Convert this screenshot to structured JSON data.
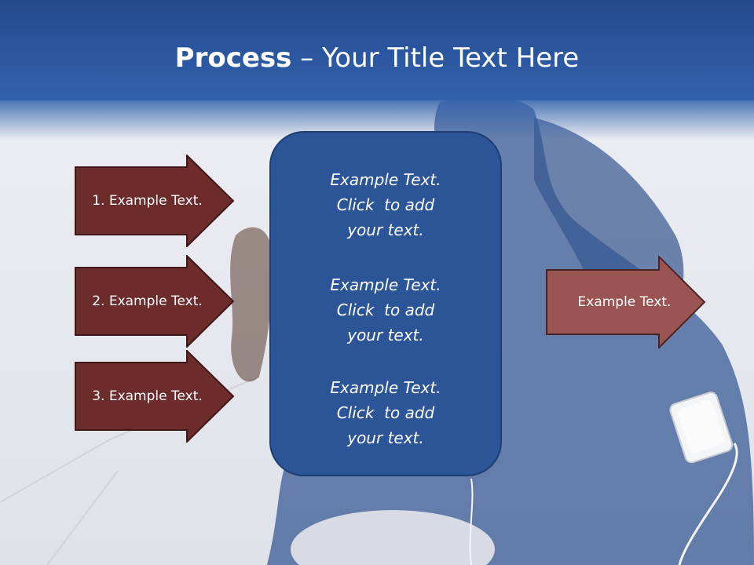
{
  "slide": {
    "title_bold": "Process",
    "title_dash": " – ",
    "title_rest": "Your Title Text Here"
  },
  "left_arrows": [
    {
      "label": "1. Example Text."
    },
    {
      "label": "2. Example Text."
    },
    {
      "label": "3. Example Text."
    }
  ],
  "center_blocks": [
    {
      "line1": "Example Text.",
      "line2": "Click  to add",
      "line3": "your text."
    },
    {
      "line1": "Example Text.",
      "line2": "Click  to add",
      "line3": "your text."
    },
    {
      "line1": "Example Text.",
      "line2": "Click  to add",
      "line3": "your text."
    }
  ],
  "right_arrow": {
    "label": "Example Text."
  },
  "colors": {
    "header_blue": "#2b57a0",
    "box_blue": "#2c5597",
    "left_arrow_fill": "#6b2c2b",
    "right_arrow_fill": "#9a5552"
  }
}
